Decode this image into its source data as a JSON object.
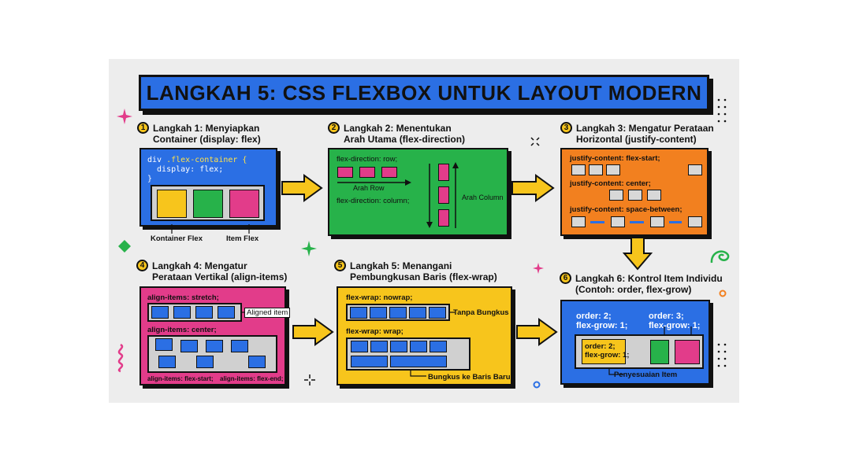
{
  "title": "LANGKAH 5: CSS FLEXBOX UNTUK LAYOUT MODERN",
  "steps": [
    {
      "num": "1",
      "line1": "Langkah 1: Menyiapkan",
      "line2": "Container (display: flex)",
      "code": {
        "selector": "div",
        "cls": ".flex-container {",
        "prop": "  display: flex;",
        "close": "}"
      },
      "labels": {
        "container": "Kontainer Flex",
        "item": "Item Flex"
      }
    },
    {
      "num": "2",
      "line1": "Langkah 2: Menentukan",
      "line2": "Arah Utama (flex-direction)",
      "labels": {
        "row": "flex-direction: row;",
        "row_dir": "Arah Row",
        "column": "flex-direction: column;",
        "col_dir": "Arah Column"
      }
    },
    {
      "num": "3",
      "line1": "Langkah 3: Mengatur Perataan",
      "line2": "Horizontal (justify-content)",
      "labels": {
        "start": "justify-content: flex-start;",
        "center": "justify-content: center;",
        "between": "justify-content: space-between;"
      }
    },
    {
      "num": "4",
      "line1": "Langkah 4: Mengatur",
      "line2": "Perataan Vertikal (align-items)",
      "labels": {
        "stretch": "align-items: stretch;",
        "aligned": "Aligned item",
        "center": "align-items: center;",
        "start": "align-items: flex-start;",
        "end": "align-items: flex-end;"
      }
    },
    {
      "num": "5",
      "line1": "Langkah 5: Menangani",
      "line2": "Pembungkusan Baris (flex-wrap)",
      "labels": {
        "nowrap": "flex-wrap: nowrap;",
        "no_wrap_note": "Tanpa Bungkus",
        "wrap": "flex-wrap: wrap;",
        "wrap_note": "Bungkus ke Baris Baru"
      }
    },
    {
      "num": "6",
      "line1": "Langkah 6: Kontrol Item Individu",
      "line2": "(Contoh: order, flex-grow)",
      "labels": {
        "a_order": "order: 2;",
        "a_grow": "flex-grow: 1;",
        "b_order": "order: 3;",
        "b_grow": "flex-grow: 1;",
        "c_order": "order: 2;",
        "c_grow": "flex-grow: 1;",
        "adjust": "Penyesuaian Item"
      }
    }
  ],
  "colors": {
    "background": "#ededed",
    "title": "#2b6fe4",
    "blue": "#2b6fe4",
    "green": "#27b24a",
    "orange": "#f2801f",
    "pink": "#e23c8a",
    "yellow": "#f7c51c",
    "ink": "#111111"
  }
}
